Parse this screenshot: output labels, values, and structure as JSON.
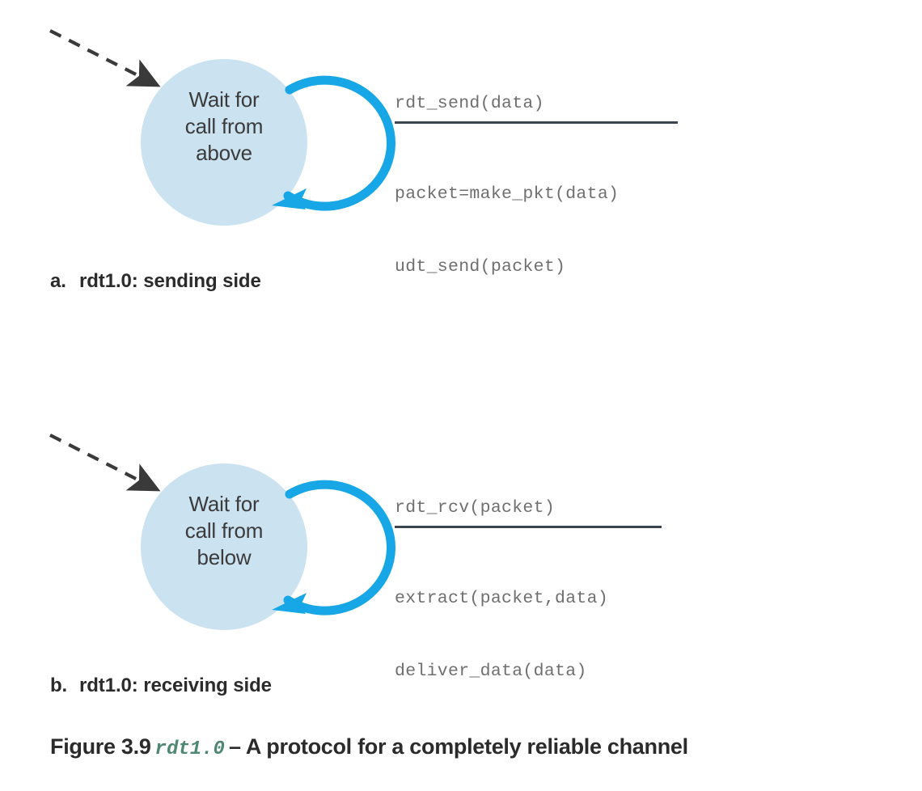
{
  "figure": {
    "number": "Figure 3.9",
    "mono_term": "rdt1.0",
    "dash": "–",
    "description": "A protocol for a completely reliable channel",
    "full_caption": "Figure 3.9 rdt1.0 – A protocol for a completely reliable channel"
  },
  "colors": {
    "state_fill": "#cbe2f0",
    "loop_arrow": "#17a7e6",
    "incoming_arrow": "#3a3a3a",
    "rule_line": "#3a4550",
    "code_text": "#6f6f6f",
    "state_text": "#3b3b3b",
    "caption_text": "#2b2b2b",
    "mono_term_teal": "#4e8772"
  },
  "diagrams": [
    {
      "id": "sending-side",
      "marker": "a.",
      "caption": "rdt1.0: sending side",
      "state": {
        "name": "wait-for-call-from-above",
        "label": "Wait for\ncall from\nabove"
      },
      "transition": {
        "event": "rdt_send(data)",
        "actions": [
          "packet=make_pkt(data)",
          "udt_send(packet)"
        ]
      },
      "incoming_arrow": "start-state-arrow",
      "self_loop": "self-transition-loop"
    },
    {
      "id": "receiving-side",
      "marker": "b.",
      "caption": "rdt1.0: receiving side",
      "state": {
        "name": "wait-for-call-from-below",
        "label": "Wait for\ncall from\nbelow"
      },
      "transition": {
        "event": "rdt_rcv(packet)",
        "actions": [
          "extract(packet,data)",
          "deliver_data(data)"
        ]
      },
      "incoming_arrow": "start-state-arrow",
      "self_loop": "self-transition-loop"
    }
  ]
}
